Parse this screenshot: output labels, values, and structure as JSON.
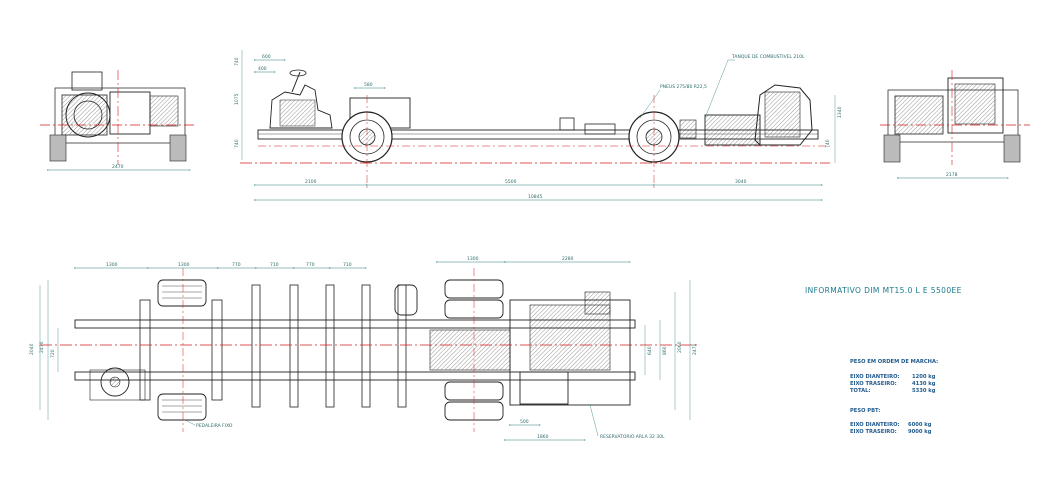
{
  "title": "INFORMATIVO DIM MT15.0 L E 5500EE",
  "side_view": {
    "dims_top": [
      "600",
      "400",
      "580"
    ],
    "dims_left": [
      "740",
      "1075",
      "740"
    ],
    "dims_bottom": [
      "2100",
      "5500",
      "3040"
    ],
    "total_length": "10845",
    "callout_tank": "TANQUE DE COMBUSTIVEL 210L",
    "callout_tire": "PNEUS 275/80 R22,5",
    "dims_right": [
      "1340",
      "740"
    ]
  },
  "front_view": {
    "dim": "2470"
  },
  "rear_view": {
    "dim": "2178"
  },
  "plan_view": {
    "dims_top": [
      "1300",
      "1300",
      "770",
      "710",
      "770",
      "710",
      "1300",
      "2280"
    ],
    "dims_left": [
      "2040",
      "2470",
      "720"
    ],
    "dims_right": [
      "2470",
      "2060",
      "860",
      "640"
    ],
    "dims_bottom": [
      "500",
      "1860"
    ],
    "label_steering": "PEDALEIRA FIXO",
    "label_tank": "RESERVATORIO ARLA 32 30L"
  },
  "weights": {
    "running_order_title": "PESO EM ORDEM DE MARCHA:",
    "running_order": [
      {
        "label": "EIXO DIANTEIRO:",
        "value": "1200 kg"
      },
      {
        "label": "EIXO TRASEIRO:",
        "value": "4130 kg"
      },
      {
        "label": "TOTAL:",
        "value": "5330 kg"
      }
    ],
    "pbt_title": "PESO PBT:",
    "pbt": [
      {
        "label": "EIXO DIANTEIRO:",
        "value": "6000 kg"
      },
      {
        "label": "EIXO TRASEIRO:",
        "value": "9000 kg"
      }
    ]
  },
  "colors": {
    "line": "#2a2a2a",
    "dimension": "#2e7f7f",
    "centerline": "#d21f1f",
    "title": "#1a7a8c"
  }
}
